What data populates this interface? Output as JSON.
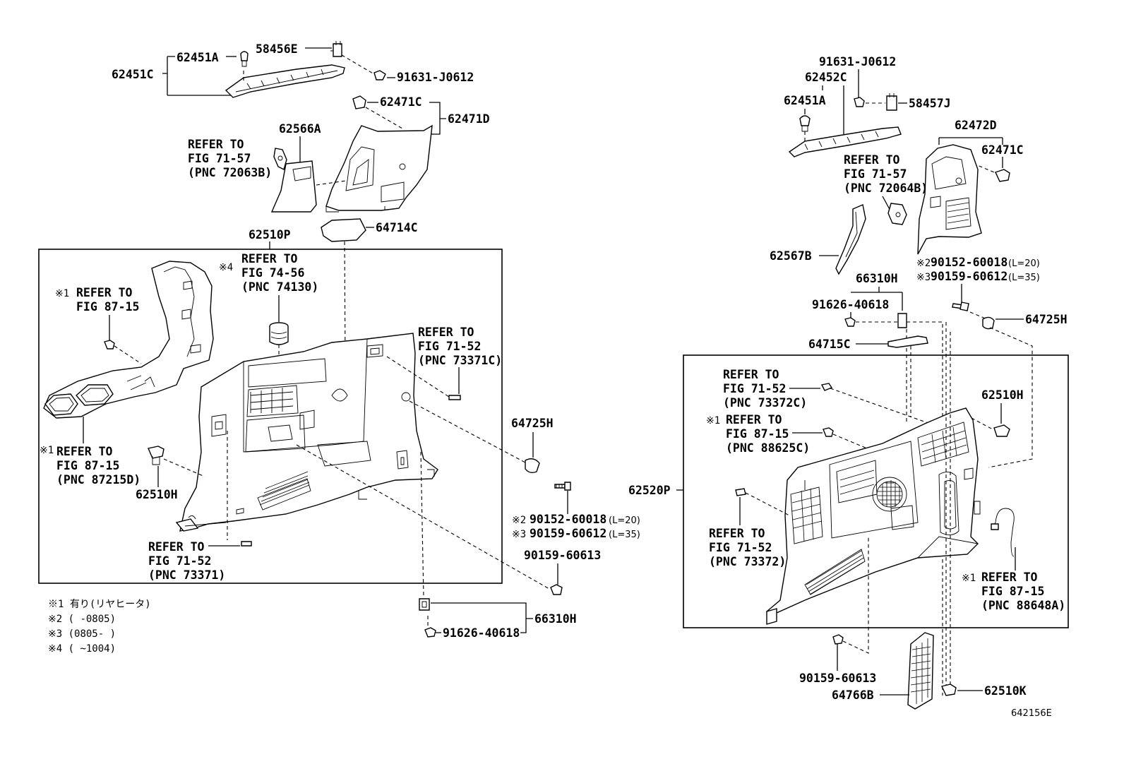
{
  "left": {
    "p62451C": "62451C",
    "p62451A": "62451A",
    "p58456E": "58456E",
    "p91631J": "91631-J0612",
    "p62471C": "62471C",
    "p62471D": "62471D",
    "p62566A": "62566A",
    "ref7157": [
      "REFER TO",
      "FIG 71-57",
      "(PNC 72063B)"
    ],
    "p62510P": "62510P",
    "p64714C": "64714C",
    "ref7456_mark": "※4",
    "ref7456": [
      "REFER TO",
      "FIG 74-56",
      "(PNC 74130)"
    ],
    "ref8715a_mark": "※1",
    "ref8715a": [
      "REFER TO",
      "FIG 87-15"
    ],
    "ref7152a": [
      "REFER TO",
      "FIG 71-52",
      "(PNC 73371C)"
    ],
    "ref8715b_mark": "※1",
    "ref8715b": [
      "REFER TO",
      "FIG 87-15",
      "(PNC 87215D)"
    ],
    "p62510H": "62510H",
    "ref7152b": [
      "REFER TO",
      "FIG 71-52",
      "(PNC 73371)"
    ],
    "p64725H": "64725H",
    "bolt1_mark": "※2",
    "bolt1": "90152-60018",
    "bolt1_len": "(L=20)",
    "bolt2_mark": "※3",
    "bolt2": "90159-60612",
    "bolt2_len": "(L=35)",
    "p90159_60613": "90159-60613",
    "p66310H": "66310H",
    "p91626": "91626-40618"
  },
  "notes": [
    "※1 有り(リヤヒータ)",
    "※2 (      -0805)",
    "※3 (0805-      )",
    "※4 (      ~1004)"
  ],
  "right": {
    "p91631J": "91631-J0612",
    "p62452C": "62452C",
    "p62451A": "62451A",
    "p58457J": "58457J",
    "p62472D": "62472D",
    "p62471C": "62471C",
    "ref7157": [
      "REFER TO",
      "FIG 71-57",
      "(PNC 72064B)"
    ],
    "p62567B": "62567B",
    "bolt1_mark": "※2",
    "bolt1": "90152-60018",
    "bolt1_len": "(L=20)",
    "bolt2_mark": "※3",
    "bolt2": "90159-60612",
    "bolt2_len": "(L=35)",
    "p66310H": "66310H",
    "p91626": "91626-40618",
    "p64725H": "64725H",
    "p64715C": "64715C",
    "ref7152a": [
      "REFER TO",
      "FIG 71-52",
      "(PNC 73372C)"
    ],
    "p62510H": "62510H",
    "ref8715a_mark": "※1",
    "ref8715a": [
      "REFER TO",
      "FIG 87-15",
      "(PNC 88625C)"
    ],
    "p62520P": "62520P",
    "ref7152b": [
      "REFER TO",
      "FIG 71-52",
      "(PNC 73372)"
    ],
    "ref8715b_mark": "※1",
    "ref8715b": [
      "REFER TO",
      "FIG 87-15",
      "(PNC 88648A)"
    ],
    "p90159_60613": "90159-60613",
    "p64766B": "64766B",
    "p62510K": "62510K"
  },
  "figure_id": "642156E"
}
